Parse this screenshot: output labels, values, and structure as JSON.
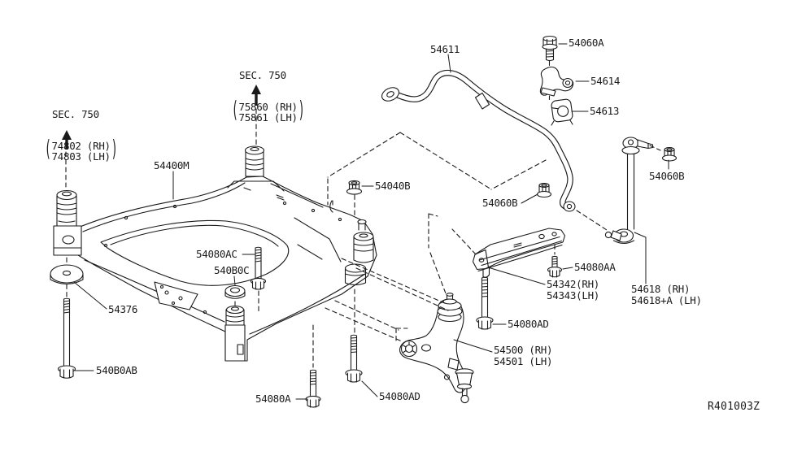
{
  "diagram": {
    "ref_code": "R401003Z",
    "line_color": "#1a1a1a",
    "background_color": "#ffffff",
    "punctuation": {
      "paren_open": "(",
      "paren_close": ")"
    },
    "icons": {
      "section_reference_arrow": "up-arrow"
    },
    "section_callouts": {
      "left": {
        "title": "SEC. 750",
        "line1": "74802 (RH)",
        "line2": "74803 (LH)"
      },
      "middle": {
        "title": "SEC. 750",
        "line1": "75860 (RH)",
        "line2": "75861 (LH)"
      }
    },
    "labels": {
      "stabilizer_bar": "54611",
      "stabilizer_bracket_bolt": "54060A",
      "stabilizer_clamp": "54614",
      "stabilizer_bushing": "54613",
      "link_nut_upper": "54060B",
      "suspension_member": "54400M",
      "member_mount_nut": "54040B",
      "link_nut_lower": "54060B",
      "member_bolt_ac": "54080AC",
      "member_washer_boc": "540B0C",
      "bracket_bolt_aa": "54080AA",
      "bracket_rh": "54342(RH)",
      "bracket_lh": "54343(LH)",
      "connecting_rod_rh": "54618 (RH)",
      "connecting_rod_lh": "54618+A (LH)",
      "member_washer_376": "54376",
      "arm_bolt_ad_rear": "54080AD",
      "transverse_link_rh": "54500 (RH)",
      "transverse_link_lh": "54501 (LH)",
      "member_bolt_boab": "540B0AB",
      "member_bolt_a": "54080A",
      "arm_bolt_ad_front": "54080AD"
    }
  }
}
